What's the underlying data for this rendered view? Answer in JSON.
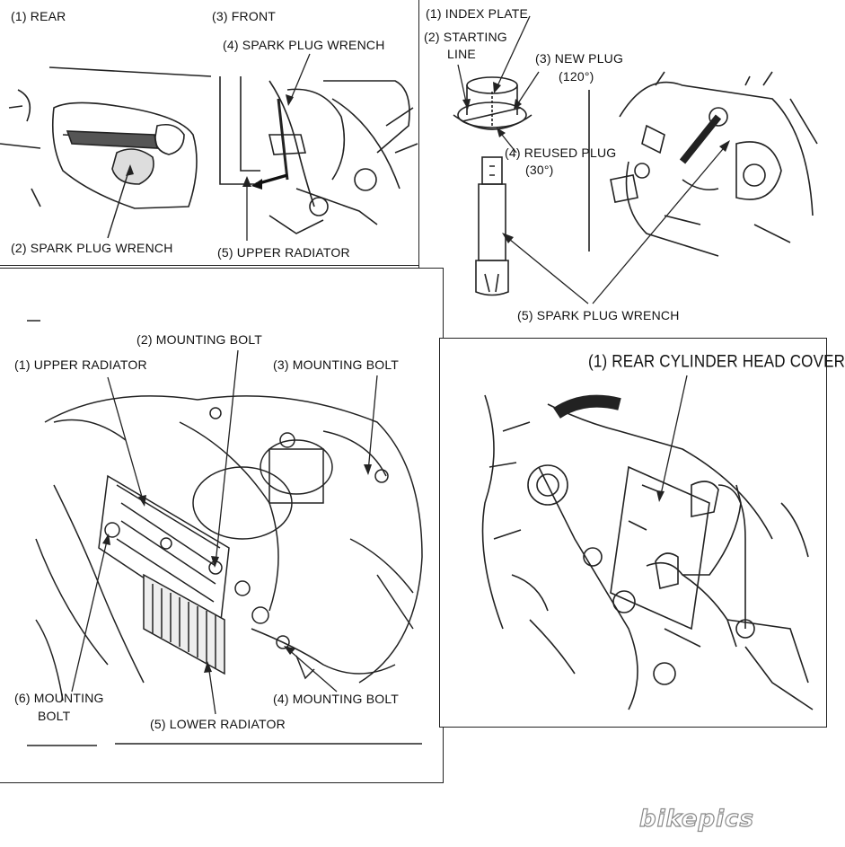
{
  "panel_rear_front": {
    "label_rear": "(1)  REAR",
    "label_front": "(3)  FRONT",
    "label_spark_plug_wrench_4": "(4) SPARK PLUG WRENCH",
    "label_spark_plug_wrench_2": "(2)  SPARK PLUG WRENCH",
    "label_upper_radiator": "(5)  UPPER RADIATOR"
  },
  "panel_index_plate": {
    "label_index_plate": "(1)  INDEX PLATE",
    "label_starting_line_1": "(2)  STARTING",
    "label_starting_line_2": "LINE",
    "label_new_plug_1": "(3)  NEW PLUG",
    "label_new_plug_2": "(120°)",
    "label_reused_plug_1": "(4)  REUSED PLUG",
    "label_reused_plug_2": "(30°)",
    "label_spark_plug_wrench": "(5)  SPARK PLUG WRENCH"
  },
  "panel_radiator": {
    "label_mounting_bolt_2": "(2) MOUNTING BOLT",
    "label_upper_radiator": "(1)  UPPER RADIATOR",
    "label_mounting_bolt_3": "(3)  MOUNTING BOLT",
    "label_mounting_6_line1": "(6)  MOUNTING",
    "label_mounting_6_line2": "BOLT",
    "label_mounting_bolt_4": "(4)  MOUNTING BOLT",
    "label_lower_radiator": "(5)  LOWER RADIATOR"
  },
  "panel_cylinder_head": {
    "label_rear_cylinder_head_cover": "(1)  REAR CYLINDER HEAD COVER"
  },
  "watermark": {
    "text": "bikepics"
  }
}
